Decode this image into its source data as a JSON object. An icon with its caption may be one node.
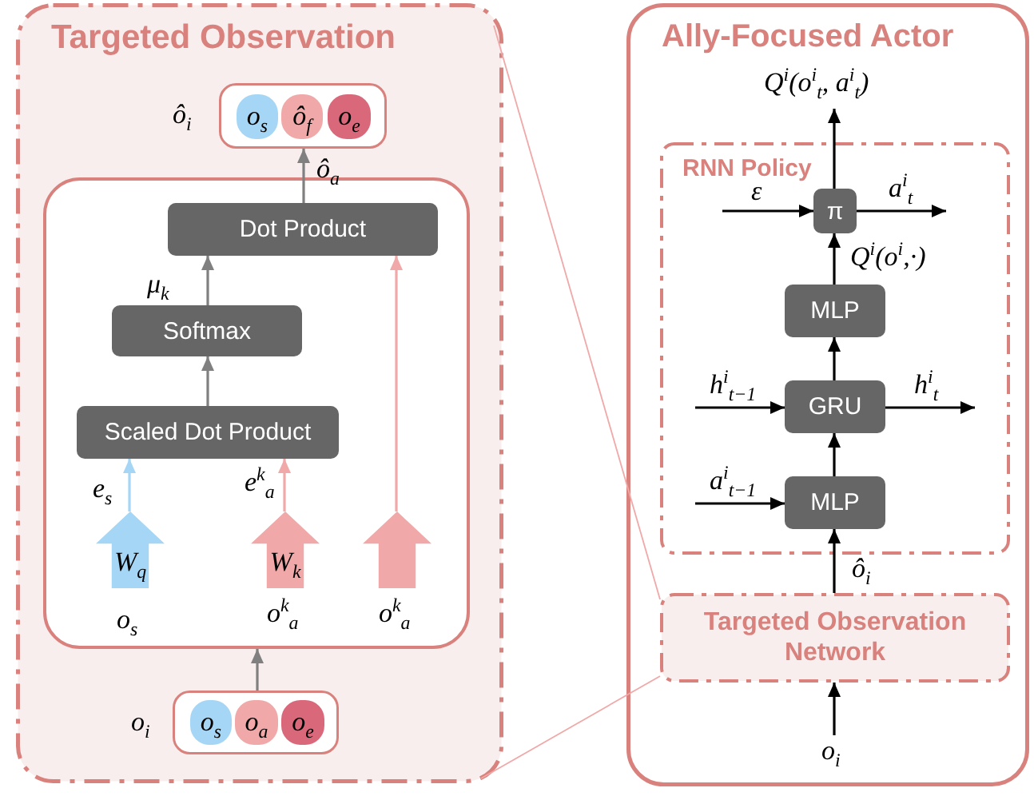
{
  "diagram": {
    "nodes": [
      {
        "text": [
          "Targeted Observation"
        ]
      },
      {
        "text": [],
        "shape": "box",
        "in": 0,
        "beside": [
          "ô$_{i}$"
        ]
      },
      {
        "text": [
          "o$_{s}$"
        ],
        "in": 1
      },
      {
        "text": [
          "ô$_{f}$"
        ],
        "in": 1
      },
      {
        "text": [
          "o$_{e}$"
        ],
        "in": 1
      },
      {
        "text": [],
        "shape": "box",
        "in": 0
      },
      {
        "text": [
          "Dot Product"
        ],
        "in": 5
      },
      {
        "text": [
          "Softmax"
        ],
        "in": 5
      },
      {
        "text": [
          "Scaled Dot Product"
        ],
        "in": 5
      },
      {
        "text": [
          "W$_{q}$"
        ],
        "in": 5,
        "beside": [
          "o$_{s}$"
        ]
      },
      {
        "text": [
          "W$_{k}$"
        ],
        "in": 5,
        "beside": [
          "o$^{k}$$_{a}$"
        ]
      },
      {
        "text": [],
        "shape": "arrow",
        "in": 5,
        "beside": [
          "o$^{k}$$_{a}$"
        ]
      },
      {
        "text": [],
        "shape": "box",
        "in": 0,
        "beside": [
          "o$_{i}$"
        ]
      },
      {
        "text": [
          "o$_{s}$"
        ],
        "in": 12
      },
      {
        "text": [
          "o$_{a}$"
        ],
        "in": 12
      },
      {
        "text": [
          "o$_{e}$"
        ],
        "in": 12
      },
      {
        "text": [
          "Ally-Focused Actor"
        ]
      },
      {
        "text": [
          "RNN Policy"
        ],
        "in": 16
      },
      {
        "text": [
          "π"
        ],
        "in": 17
      },
      {
        "text": [
          "MLP"
        ],
        "in": 17
      },
      {
        "text": [
          "GRU"
        ],
        "in": 17
      },
      {
        "text": [
          "MLP"
        ],
        "in": 17
      },
      {
        "text": [
          "Targeted Observation Network"
        ],
        "in": 16
      }
    ],
    "edges": [
      {
        "from": 12,
        "to": 5,
        "arrow": "to",
        "color": "#808080"
      },
      {
        "from": 8,
        "to": 7,
        "arrow": "to",
        "color": "#808080"
      },
      {
        "from": 7,
        "to": 6,
        "arrow": "to",
        "color": "#808080",
        "label": "μ$_{k}$"
      },
      {
        "from": 6,
        "to": 1,
        "arrow": "to",
        "color": "#808080",
        "label": "ô$_{a}$"
      },
      {
        "from": 9,
        "to": 8,
        "arrow": "to",
        "color": "#a6d6f5",
        "label": "e$_{s}$"
      },
      {
        "from": 10,
        "to": 8,
        "arrow": "to",
        "color": "#f0a8a8",
        "label": "e$^{k}$$_{a}$"
      },
      {
        "from": 11,
        "to": 6,
        "arrow": "to",
        "color": "#f0a8a8"
      },
      {
        "from": 21,
        "to": 20,
        "arrow": "to"
      },
      {
        "from": 20,
        "to": 19,
        "arrow": "to"
      },
      {
        "from": 19,
        "to": 18,
        "arrow": "to",
        "label": "Q$^{i}$(o$^{i}$,·)"
      },
      {
        "from": 18,
        "to": null,
        "arrow": "to",
        "label": "Q$^{i}$(o$^{i}$$_{t}$, a$^{i}$$_{t}$)"
      },
      {
        "from": null,
        "to": 18,
        "arrow": "to",
        "label": "ε"
      },
      {
        "from": 18,
        "to": null,
        "arrow": "to",
        "label": "a$^{i}$$_{t}$"
      },
      {
        "from": null,
        "to": 20,
        "arrow": "to",
        "label": "h$^{i}$$_{t−1}$"
      },
      {
        "from": 20,
        "to": null,
        "arrow": "to",
        "label": "h$^{i}$$_{t}$"
      },
      {
        "from": null,
        "to": 21,
        "arrow": "to",
        "label": "a$^{i}$$_{t−1}$"
      },
      {
        "from": 22,
        "to": 21,
        "arrow": "to",
        "label": "ô$_{i}$"
      },
      {
        "from": null,
        "to": 22,
        "arrow": "to",
        "label": "o$_{i}$"
      },
      {
        "from": 0,
        "to": 22,
        "arrow": "none",
        "color": "#f0a8a8"
      },
      {
        "from": 0,
        "to": 22,
        "arrow": "none",
        "color": "#f0a8a8"
      }
    ]
  }
}
